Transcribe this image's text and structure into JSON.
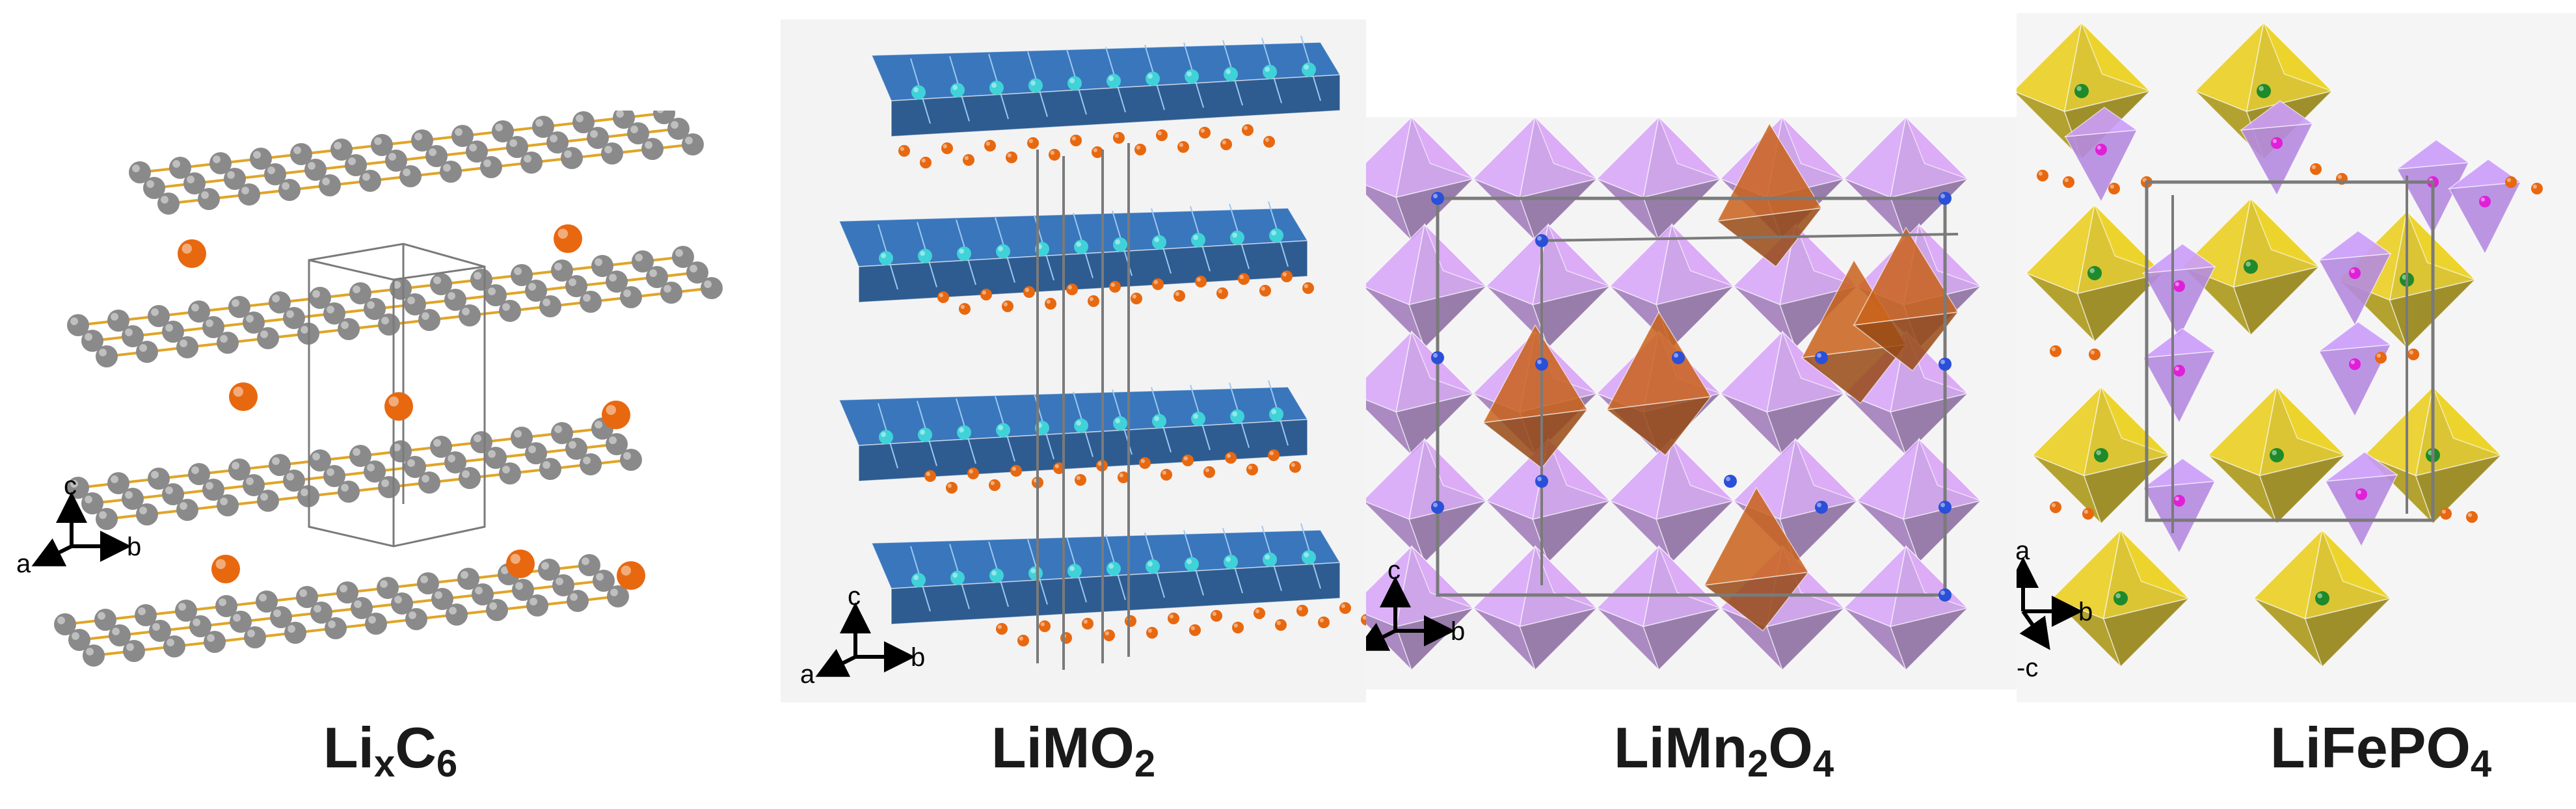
{
  "figure": {
    "panels": [
      {
        "caption": {
          "base1": "Li",
          "sub1": "x",
          "base2": "C",
          "sub2": "6",
          "base3": "",
          "sub3": ""
        },
        "axes": {
          "up": "c",
          "right": "b",
          "left": "a"
        }
      },
      {
        "caption": {
          "base1": "LiMO",
          "sub1": "2",
          "base2": "",
          "sub2": "",
          "base3": "",
          "sub3": ""
        },
        "axes": {
          "up": "c",
          "right": "b",
          "left": "a"
        }
      },
      {
        "caption": {
          "base1": "LiMn",
          "sub1": "2",
          "base2": "O",
          "sub2": "4",
          "base3": "",
          "sub3": ""
        },
        "axes": {
          "up": "c",
          "right": "b",
          "left": "a"
        }
      },
      {
        "caption": {
          "base1": "LiFePO",
          "sub1": "4",
          "base2": "",
          "sub2": "",
          "base3": "",
          "sub3": ""
        },
        "axes": {
          "up": "a",
          "right": "b",
          "down": "-c"
        }
      }
    ]
  },
  "colors": {
    "lithium": "#e8680f",
    "carbon": "#8a8a8a",
    "carbon_bond": "#e0a526",
    "mo6_octahedra": "#2f6fb8",
    "metal_ion": "#3fd2d8",
    "mn_octahedra": "#c79ae6",
    "li_tetrahedra": "#c9611a",
    "blue_atom": "#2a4fd8",
    "feo6_octahedra": "#d8c024",
    "fe_atom": "#1e8a2a",
    "po4_tetrahedra": "#b58be0",
    "p_atom": "#e020d8",
    "cell_edge": "#7a7a7a"
  }
}
